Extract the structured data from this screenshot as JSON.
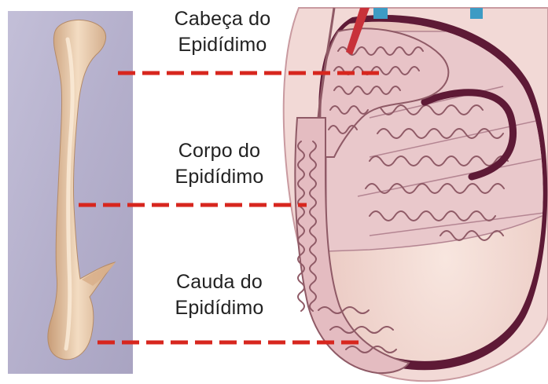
{
  "labels": {
    "head": {
      "line1": "Cabeça do",
      "line2": "Epidídimo"
    },
    "body": {
      "line1": "Corpo do",
      "line2": "Epidídimo"
    },
    "tail": {
      "line1": "Cauda do",
      "line2": "Epidídimo"
    }
  },
  "colors": {
    "leader_line": "#d7261e",
    "photo_background": "#b9b4cf",
    "specimen_tissue": "#e9c9a8",
    "tubule_fill": "#dcb4b9",
    "tubule_outline": "#8f5a66",
    "tunica_dark": "#5e1a36",
    "testis_interior": "#f3ddd6"
  },
  "icons": {
    "photo": "epididymis-specimen-photo",
    "illustration": "epididymis-testis-cross-section"
  }
}
